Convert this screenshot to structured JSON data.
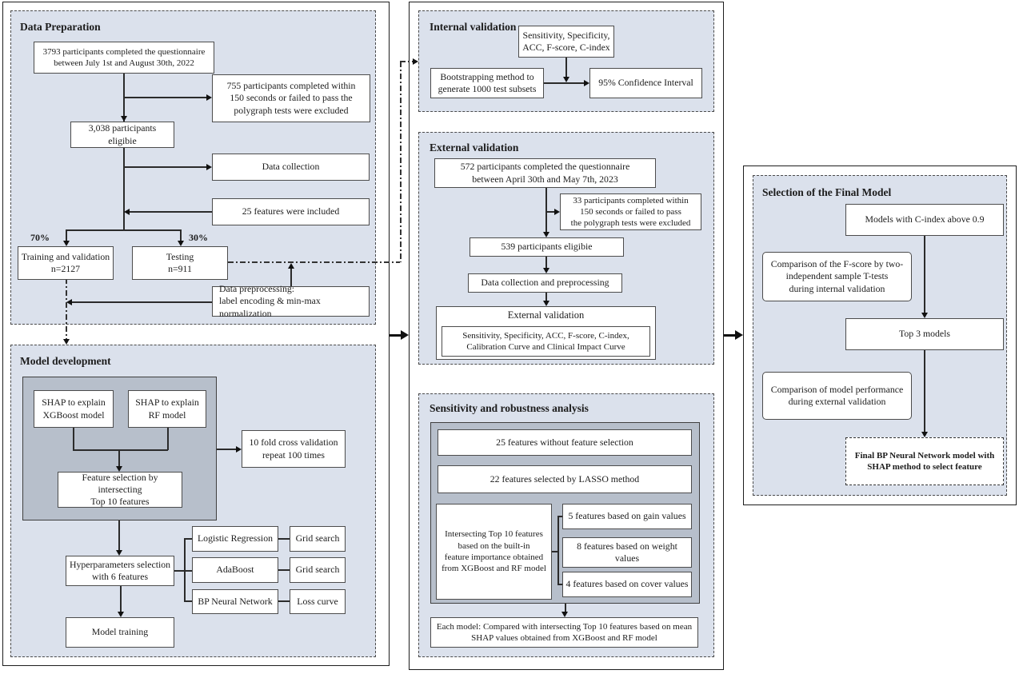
{
  "colors": {
    "panel_bg": "#dbe1ec",
    "inner_panel_bg": "#b7bfcb",
    "box_border": "#4c4c4c"
  },
  "data_preparation": {
    "title": "Data Preparation",
    "cohort": "3793 participants completed the questionnaire\nbetween July 1st and August 30th, 2022",
    "excluded": "755 participants completed within\n150 seconds or failed to pass the\npolygraph tests were excluded",
    "eligible": "3,038 participants eligibie",
    "data_collection": "Data collection",
    "features_included": "25 features were included",
    "split_left": "70%",
    "split_right": "30%",
    "training": "Training and validation\nn=2127",
    "testing": "Testing\nn=911",
    "preprocessing": "Data preprocessing:\nlabel encoding & min-max normalization"
  },
  "model_development": {
    "title": "Model development",
    "shap_xgboost": "SHAP  to explain\nXGBoost model",
    "shap_rf": "SHAP  to explain\nRF model",
    "cross_validation": "10 fold cross validation\nrepeat 100 times",
    "feature_selection": "Feature selection by intersecting\nTop 10 features",
    "hyperparameters": "Hyperparameters selection\nwith 6 features",
    "logistic_regression": "Logistic Regression",
    "grid_search_lr": "Grid search",
    "adaboost": "AdaBoost",
    "grid_search_ada": "Grid search",
    "bp_neural_network": "BP Neural Network",
    "loss_curve": "Loss curve",
    "model_training": "Model training"
  },
  "internal_validation": {
    "title": "Internal validation",
    "metrics": "Sensitivity, Specificity,\nACC, F-score, C-index",
    "bootstrapping": "Bootstrapping method to\ngenerate 1000 test subsets",
    "confidence_interval": "95% Confidence Interval"
  },
  "external_validation": {
    "title": "External validation",
    "cohort": "572 participants completed the questionnaire\nbetween April 30th and May 7th, 2023",
    "excluded": "33 participants completed within\n150 seconds or failed to pass\nthe polygraph tests were excluded",
    "eligible": "539 participants eligibie",
    "preprocessing": "Data collection and  preprocessing",
    "validation_label": "External validation",
    "metrics": "Sensitivity, Specificity, ACC, F-score, C-index,\nCalibration Curve and Clinical Impact Curve"
  },
  "sensitivity_analysis": {
    "title": "Sensitivity and robustness analysis",
    "all_features": "25 features without feature selection",
    "lasso_features": "22 features selected by LASSO method",
    "intersecting": "Intersecting Top 10 features\nbased on the built-in\nfeature importance obtained\nfrom XGBoost and RF model",
    "gain": "5 features based on gain values",
    "weight": "8 features based on weight values",
    "cover": "4 features based on cover values",
    "shap_comparison": "Each model: Compared with intersecting Top 10 features based on mean\nSHAP values obtained from XGBoost and RF model"
  },
  "final_selection": {
    "title": "Selection of the Final Model",
    "c_index": "Models with C-index above 0.9",
    "f_score": "Comparison of the F-score by two-\nindependent sample T-tests\nduring internal validation",
    "top3": "Top 3 models",
    "performance": "Comparison of model performance\nduring external validation",
    "final_model": "Final BP  Neural Network model with\nSHAP method to select feature"
  }
}
